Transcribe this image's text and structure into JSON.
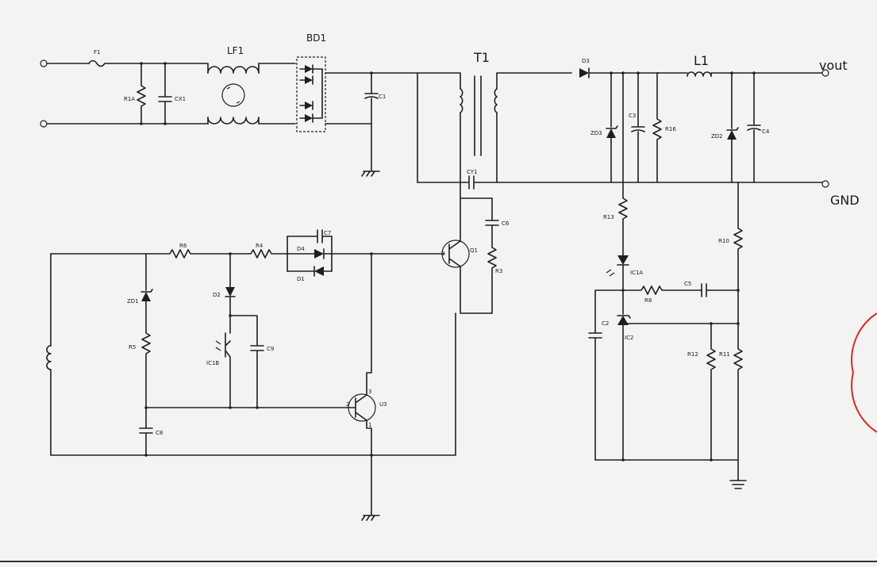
{
  "labels": {
    "F1": "F1",
    "LF1": "LF1",
    "BD1": "BD1",
    "T1": "T1",
    "D3": "D3",
    "L1": "L1",
    "vout": "vout",
    "GND": "GND",
    "R1A": "R1A",
    "CX1": "CX1",
    "C1": "C1",
    "C3": "C3",
    "ZD3": "ZD3",
    "R16": "R16",
    "ZD2": "ZD2",
    "C4": "C4",
    "CY1": "CY1",
    "R13": "R13",
    "C6": "C6",
    "R3": "R3",
    "Q1": "Q1",
    "R6": "R6",
    "R4": "R4",
    "C7": "C7",
    "D4": "D4",
    "D1": "D1",
    "ZD1": "ZD1",
    "D2": "D2",
    "R5": "R5",
    "IC1B": "IC1B",
    "C9": "C9",
    "C8": "C8",
    "U3": "U3",
    "IC1A": "IC1A",
    "C5": "C5",
    "R8": "R8",
    "R10": "R10",
    "C2": "C2",
    "IC2": "IC2",
    "R12": "R12",
    "R11": "R11",
    "pin2": "2",
    "pin3": "3",
    "pin1": "1",
    "pinA": "2",
    "pinB": "3",
    "pinC": "1"
  },
  "colors": {
    "paper": "#f3f3f1",
    "ink": "#1f1f1f",
    "stamp": "#d42a2a"
  }
}
